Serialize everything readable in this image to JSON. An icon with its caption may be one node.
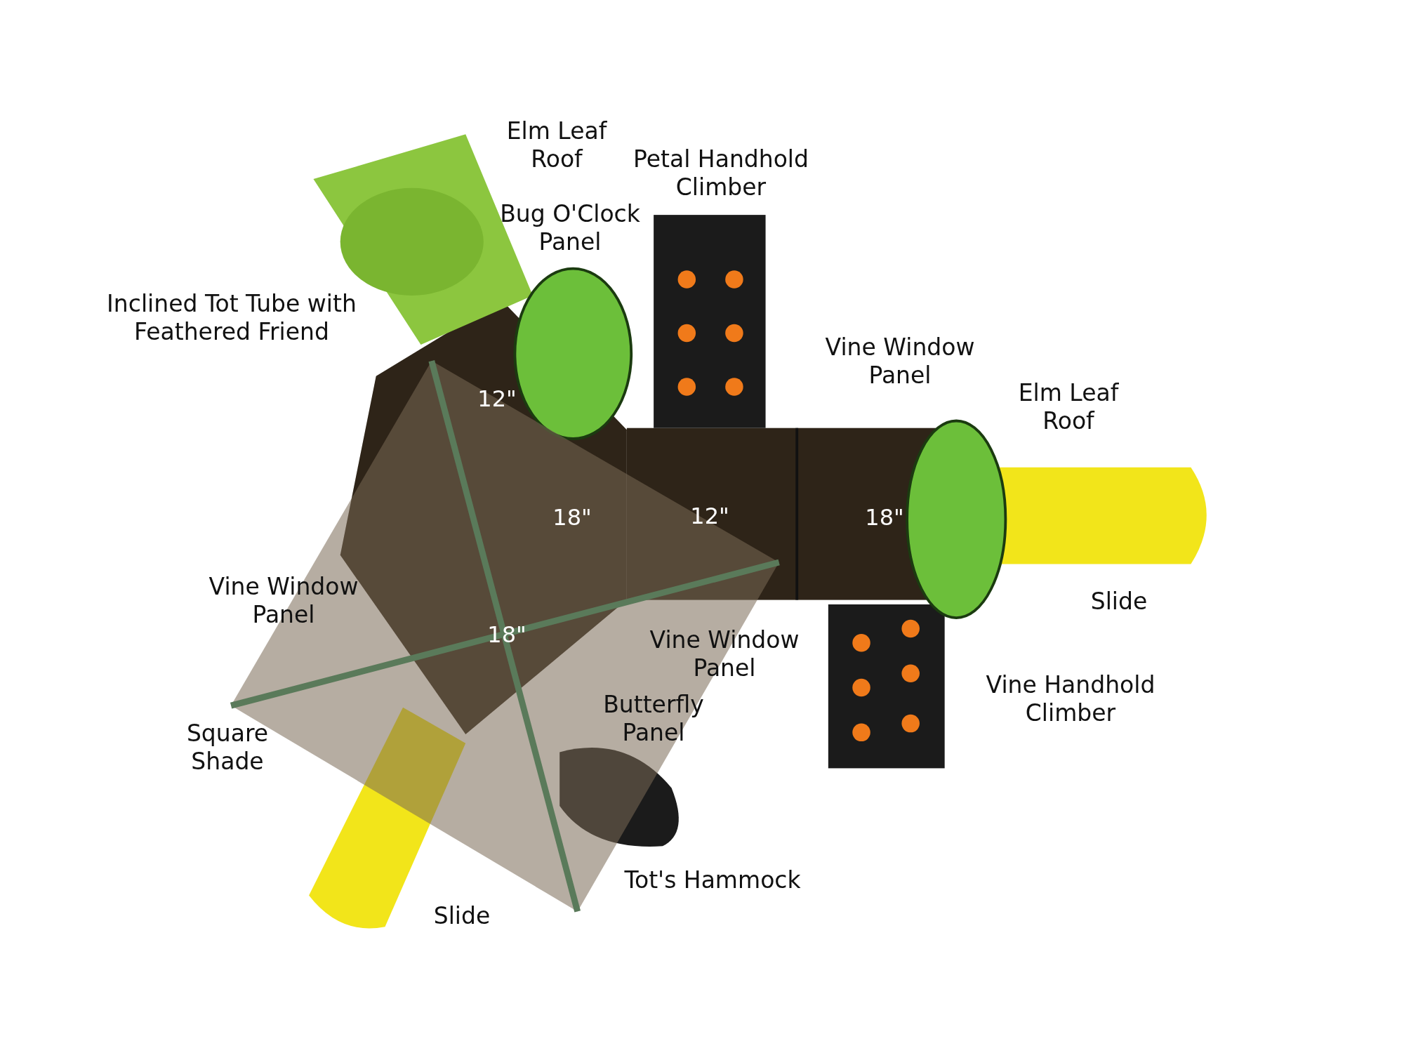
{
  "diagram": {
    "labels": [
      "Elm Leaf Roof",
      "Petal Handhold Climber",
      "Bug O'Clock Panel",
      "Inclined Tot Tube with Feathered Friend",
      "Vine Window Panel",
      "Elm Leaf Roof",
      "12\"",
      "18\"",
      "12\"",
      "18\"",
      "Slide",
      "Vine Window Panel",
      "18\"",
      "Vine Window Panel",
      "Vine Handhold Climber",
      "Butterfly Panel",
      "Square Shade",
      "Tot's Hammock",
      "Slide"
    ]
  }
}
